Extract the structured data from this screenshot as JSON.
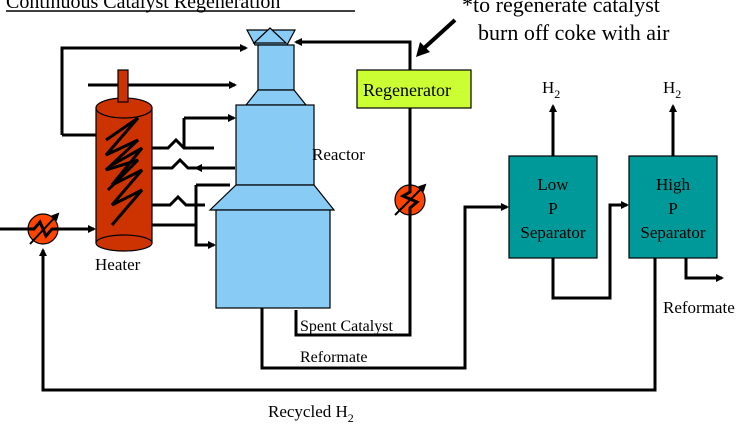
{
  "title": "Continuous Catalyst Regeneration",
  "note": {
    "line1": "*to regenerate catalyst",
    "line2": "burn off coke with air"
  },
  "labels": {
    "regenerator": "Regenerator",
    "reactor": "Reactor",
    "heater": "Heater",
    "low_sep": [
      "Low",
      "P",
      "Separator"
    ],
    "high_sep": [
      "High",
      "P",
      "Separator"
    ],
    "h2_a": "H",
    "h2_b": "H",
    "h2_sub": "2",
    "reformate_out": "Reformate",
    "spent_catalyst": "Spent Catalyst",
    "reformate_line": "Reformate",
    "recycled": "Recycled H",
    "recycled_sub": "2"
  },
  "colors": {
    "heater": "#cc3300",
    "reactor": "#88ccf5",
    "regenerator": "#ccff33",
    "separator": "#009999",
    "exchanger": "#ff4400"
  }
}
